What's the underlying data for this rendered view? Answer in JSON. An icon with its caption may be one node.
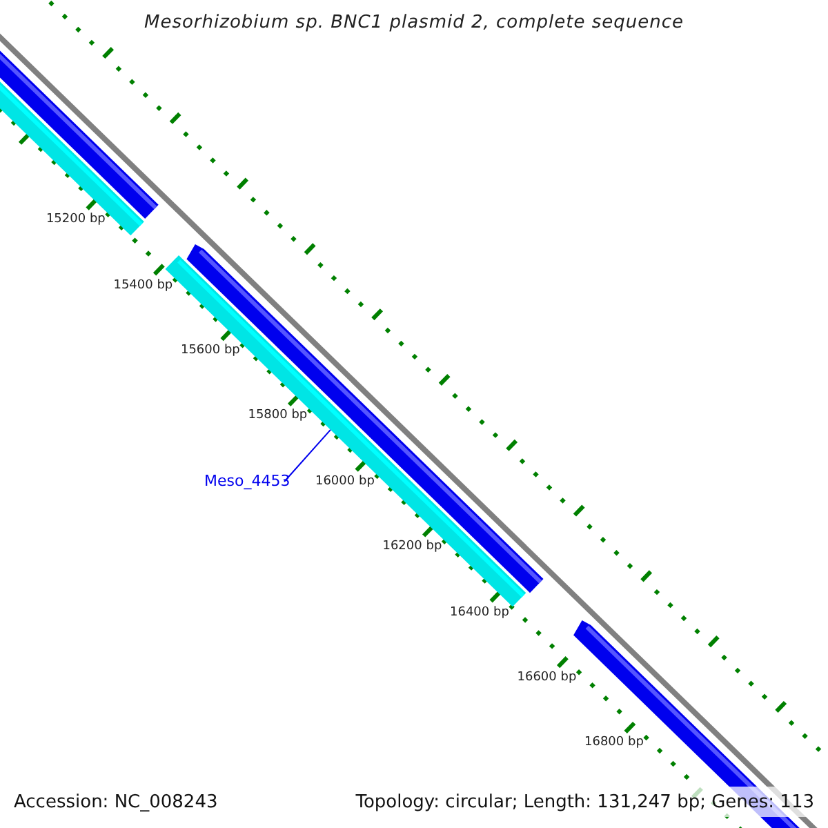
{
  "diagram": {
    "title": "Mesorhizobium sp. BNC1 plasmid 2, complete sequence",
    "nodes": [
      {
        "text": [
          "Meso_4453"
        ]
      },
      {
        "text": [],
        "shape": "bar"
      }
    ],
    "edges": [
      {
        "from": 0,
        "to": 1,
        "arrow": "none"
      }
    ],
    "labels": [
      "15200 bp",
      "15400 bp",
      "15600 bp",
      "15800 bp",
      "16000 bp",
      "16200 bp",
      "16400 bp",
      "16600 bp",
      "16800 bp",
      "Accession: NC_008243",
      "Topology: circular; Length: 131,247 bp; Genes: 113"
    ]
  }
}
